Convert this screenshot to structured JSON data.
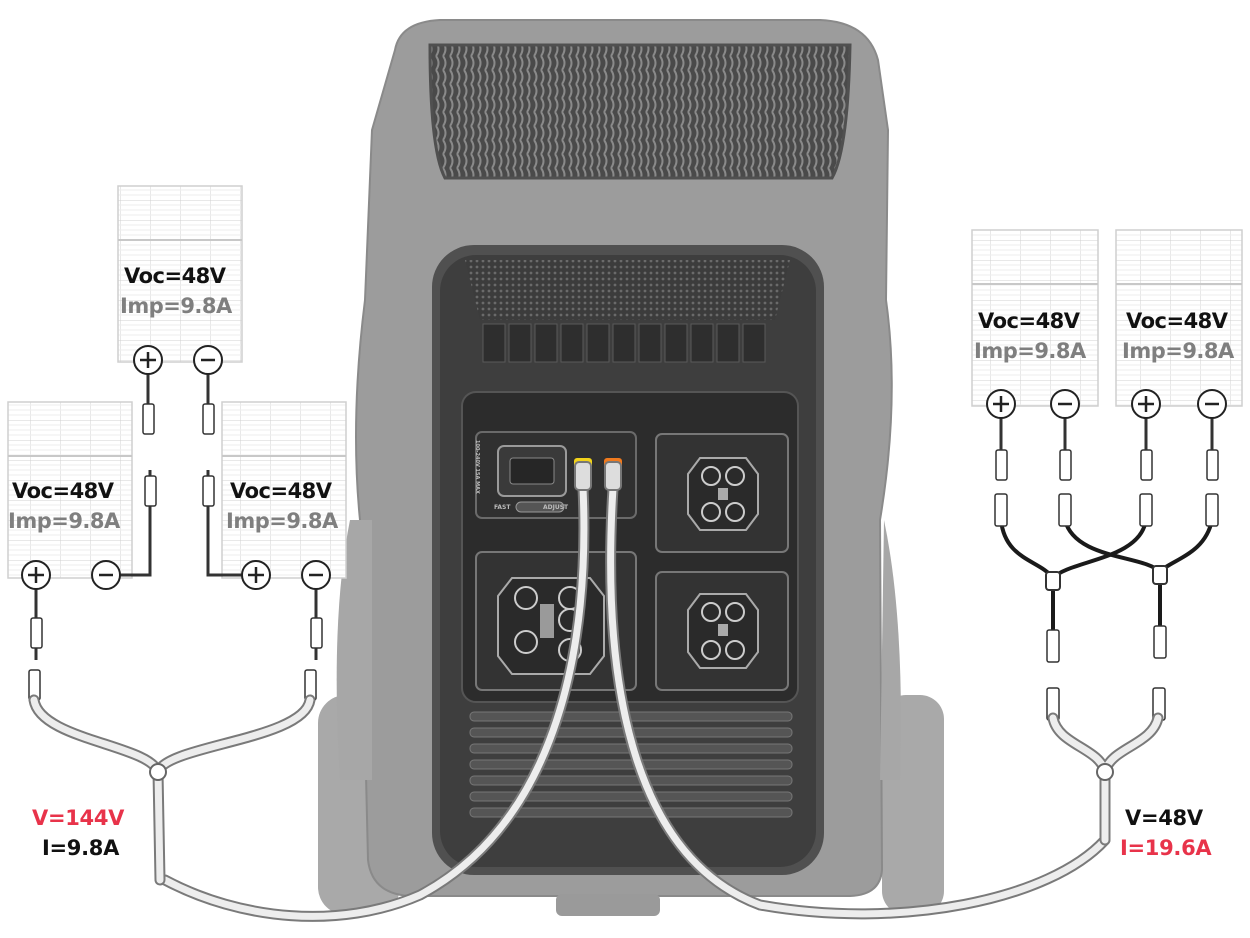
{
  "colors": {
    "highlight": "#e8334a",
    "text": "#111111",
    "muted": "#7f7f7f",
    "station_body": "#9a9a9a",
    "station_panel": "#3a3a3a",
    "cable_plus": "#f2d21b",
    "cable_minus": "#f07a1e"
  },
  "icons": [
    "plus-icon",
    "minus-icon",
    "mc4-connector-icon",
    "y-branch-icon"
  ],
  "series_setup": {
    "panels": [
      {
        "voc": "Voc=48V",
        "imp": "Imp=9.8A"
      },
      {
        "voc": "Voc=48V",
        "imp": "Imp=9.8A"
      },
      {
        "voc": "Voc=48V",
        "imp": "Imp=9.8A"
      }
    ],
    "total_voltage": "V=144V",
    "total_current": "I=9.8A"
  },
  "parallel_setup": {
    "panels": [
      {
        "voc": "Voc=48V",
        "imp": "Imp=9.8A"
      },
      {
        "voc": "Voc=48V",
        "imp": "Imp=9.8A"
      }
    ],
    "total_voltage": "V=48V",
    "total_current": "I=19.6A"
  },
  "station_panel_labels": {
    "ac_input_rating": "100-240V 15A MAX",
    "fast": "FAST",
    "adjust": "ADJUST"
  }
}
